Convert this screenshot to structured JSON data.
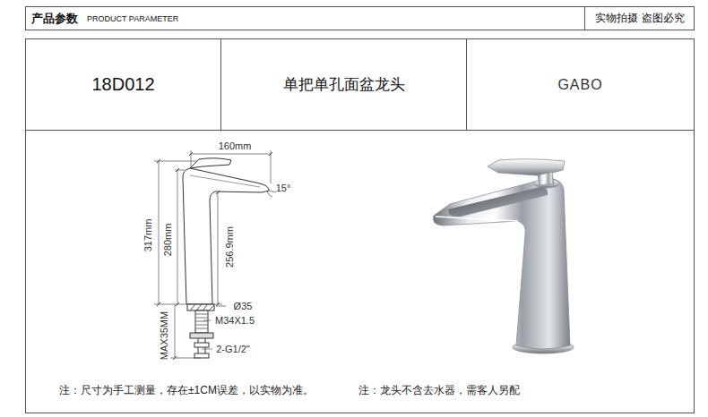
{
  "diagram": {
    "nodes": [
      {
        "text": [
          "产品参数",
          "PRODUCT PARAMETER"
        ]
      },
      {
        "text": [
          "实物拍摄 盗图必究"
        ],
        "in": 0
      },
      {
        "text": [
          "18D012"
        ]
      },
      {
        "text": [
          "单把单孔面盆龙头"
        ]
      },
      {
        "text": [
          "GABO"
        ]
      }
    ],
    "labels": [
      "160mm",
      "15°",
      "317mm",
      "280mm",
      "256.9mm",
      "Ø35",
      "M34X1.5",
      "MAX35MM",
      "2-G1/2\"",
      "注：尺寸为手工测量，存在±1CM误差，以实物为准。",
      "注：龙头不含去水器，需客人另配"
    ]
  }
}
